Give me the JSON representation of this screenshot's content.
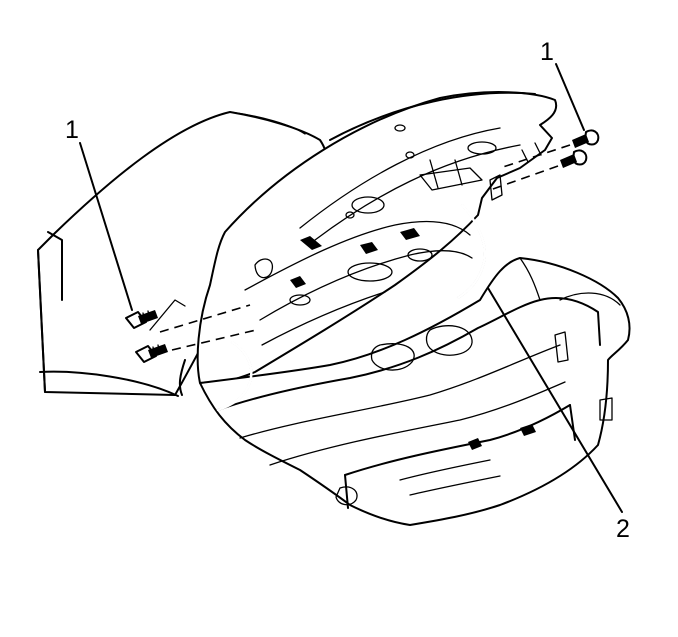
{
  "callouts": {
    "bolts_left": "1",
    "bolts_right": "1",
    "hinge": "2"
  }
}
